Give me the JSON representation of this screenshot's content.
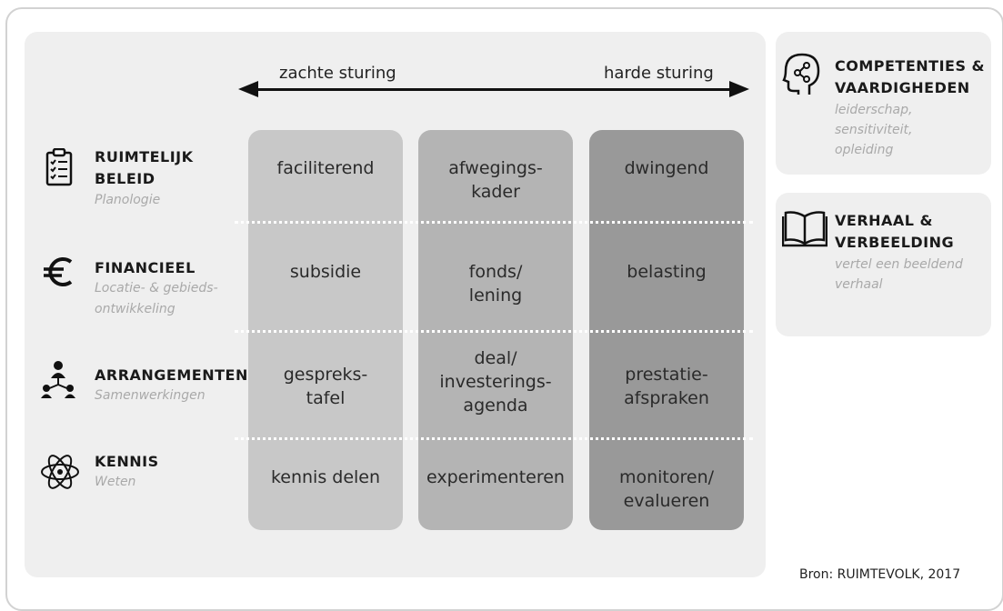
{
  "arrow": {
    "left_label": "zachte sturing",
    "right_label": "harde sturing"
  },
  "rows": [
    {
      "title_line1": "RUIMTELIJK",
      "title_line2": "BELEID",
      "subtitle_line1": "Planologie",
      "subtitle_line2": "",
      "icon": "clipboard-checklist-icon"
    },
    {
      "title_line1": "FINANCIEEL",
      "title_line2": "",
      "subtitle_line1": "Locatie- & gebieds-",
      "subtitle_line2": "ontwikkeling",
      "icon": "euro-icon"
    },
    {
      "title_line1": "ARRANGEMENTEN",
      "title_line2": "",
      "subtitle_line1": "Samenwerkingen",
      "subtitle_line2": "",
      "icon": "people-network-icon"
    },
    {
      "title_line1": "KENNIS",
      "title_line2": "",
      "subtitle_line1": "Weten",
      "subtitle_line2": "",
      "icon": "atom-icon"
    }
  ],
  "grid": {
    "row1": [
      "faciliterend",
      "afwegings-\nkader",
      "dwingend"
    ],
    "row2": [
      "subsidie",
      "fonds/\nlening",
      "belasting"
    ],
    "row3": [
      "gespreks-\ntafel",
      "deal/\ninvesterings-\nagenda",
      "prestatie-\nafspraken"
    ],
    "row4": [
      "kennis delen",
      "experimenteren",
      "monitoren/\nevalueren"
    ]
  },
  "side": [
    {
      "title_line1": "COMPETENTIES &",
      "title_line2": "VAARDIGHEDEN",
      "sub": [
        "leiderschap,",
        "sensitiviteit,",
        "opleiding"
      ],
      "icon": "head-network-icon"
    },
    {
      "title_line1": "VERHAAL &",
      "title_line2": "VERBEELDING",
      "sub": [
        "vertel een beeldend",
        "verhaal"
      ],
      "icon": "open-book-icon"
    }
  ],
  "colors": {
    "col1": "#c8c8c8",
    "col2": "#b4b4b4",
    "col3": "#999999",
    "panel": "#efefef"
  },
  "source": "Bron: RUIMTEVOLK, 2017"
}
